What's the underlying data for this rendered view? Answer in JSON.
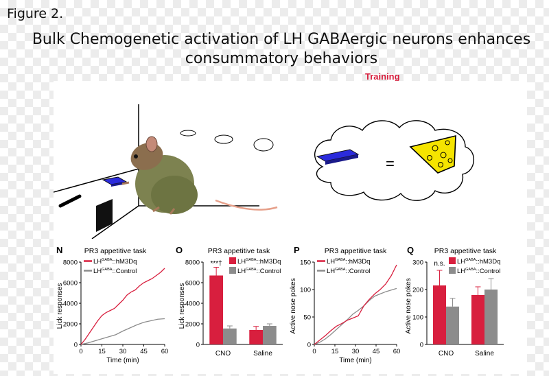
{
  "figure": {
    "label": "Figure 2.",
    "title": "Bulk Chemogenetic activation of LH GABAergic neurons enhances consummatory behaviors",
    "training_label": "Training",
    "equals_sign": "=",
    "colors": {
      "hm3dq": "#d81f3e",
      "control": "#8c8c8c",
      "lever": "#2b2bdc",
      "cheese": "#f5e400"
    },
    "icons": [
      "mouse-illustration",
      "lever-icon",
      "cheese-icon",
      "thought-bubble"
    ]
  },
  "chart_data": [
    {
      "panel": "N",
      "type": "line",
      "title": "PR3 appetitive task",
      "xlabel": "Time (min)",
      "ylabel": "Lick responses",
      "xlim": [
        0,
        60
      ],
      "ylim": [
        0,
        8000
      ],
      "xticks": [
        0,
        15,
        30,
        45,
        60
      ],
      "yticks": [
        0,
        2000,
        4000,
        6000,
        8000
      ],
      "series": [
        {
          "name": "LHGABA::hM3Dq",
          "color": "#d81f3e",
          "x": [
            0,
            3,
            6,
            9,
            12,
            15,
            18,
            21,
            24,
            27,
            30,
            33,
            36,
            39,
            42,
            45,
            48,
            51,
            54,
            57,
            60
          ],
          "y": [
            0,
            500,
            1100,
            1700,
            2300,
            2800,
            3100,
            3300,
            3500,
            3900,
            4300,
            4800,
            5100,
            5300,
            5700,
            6000,
            6200,
            6400,
            6700,
            7000,
            7400
          ]
        },
        {
          "name": "LHGABA::Control",
          "color": "#8c8c8c",
          "x": [
            0,
            5,
            10,
            15,
            20,
            25,
            30,
            35,
            40,
            45,
            50,
            55,
            60
          ],
          "y": [
            0,
            150,
            350,
            550,
            750,
            950,
            1300,
            1600,
            1900,
            2150,
            2300,
            2450,
            2500
          ]
        }
      ],
      "legend": {
        "superscript": "GABA",
        "hm3dq": "LH::hM3Dq",
        "control": "LH::Control"
      }
    },
    {
      "panel": "O",
      "type": "bar",
      "title": "PR3 appetitive task",
      "ylabel": "Lick responses",
      "ylim": [
        0,
        8000
      ],
      "yticks": [
        0,
        2000,
        4000,
        6000,
        8000
      ],
      "categories": [
        "CNO",
        "Saline"
      ],
      "series": [
        {
          "name": "LHGABA::hM3Dq",
          "color": "#d81f3e",
          "values": [
            6700,
            1400
          ],
          "errors": [
            800,
            350
          ]
        },
        {
          "name": "LHGABA::Control",
          "color": "#8c8c8c",
          "values": [
            1550,
            1800
          ],
          "errors": [
            250,
            200
          ]
        }
      ],
      "annotation": "***†",
      "legend": {
        "superscript": "GABA",
        "hm3dq": "LH::hM3Dq",
        "control": "LH::Control"
      }
    },
    {
      "panel": "P",
      "type": "line",
      "title": "PR3 appetitive task",
      "xlabel": "Time (min)",
      "ylabel": "Active nose pokes",
      "xlim": [
        0,
        60
      ],
      "ylim": [
        0,
        150
      ],
      "xticks": [
        0,
        15,
        30,
        45,
        60
      ],
      "yticks": [
        0,
        50,
        100,
        150
      ],
      "series": [
        {
          "name": "LHGABA::hM3Dq",
          "color": "#d81f3e",
          "x": [
            0,
            4,
            8,
            12,
            16,
            20,
            24,
            28,
            32,
            36,
            40,
            44,
            48,
            52,
            56,
            60
          ],
          "y": [
            0,
            8,
            16,
            25,
            33,
            38,
            44,
            48,
            52,
            70,
            82,
            92,
            100,
            110,
            125,
            145
          ]
        },
        {
          "name": "LHGABA::Control",
          "color": "#8c8c8c",
          "x": [
            0,
            4,
            8,
            12,
            16,
            20,
            24,
            28,
            32,
            36,
            40,
            44,
            48,
            52,
            56,
            60
          ],
          "y": [
            0,
            4,
            10,
            18,
            27,
            36,
            45,
            55,
            62,
            70,
            80,
            88,
            92,
            96,
            99,
            102
          ]
        }
      ],
      "legend": {
        "superscript": "GABA",
        "hm3dq": "LH::hM3Dq",
        "control": "LH::Control"
      }
    },
    {
      "panel": "Q",
      "type": "bar",
      "title": "PR3 appetitive task",
      "ylabel": "Active nose pokes",
      "ylim": [
        0,
        300
      ],
      "yticks": [
        0,
        100,
        200,
        300
      ],
      "categories": [
        "CNO",
        "Saline"
      ],
      "series": [
        {
          "name": "LHGABA::hM3Dq",
          "color": "#d81f3e",
          "values": [
            215,
            180
          ],
          "errors": [
            55,
            30
          ]
        },
        {
          "name": "LHGABA::Control",
          "color": "#8c8c8c",
          "values": [
            138,
            200
          ],
          "errors": [
            30,
            40
          ]
        }
      ],
      "annotation": "n.s.",
      "legend": {
        "superscript": "GABA",
        "hm3dq": "LH::hM3Dq",
        "control": "LH::Control"
      }
    }
  ]
}
